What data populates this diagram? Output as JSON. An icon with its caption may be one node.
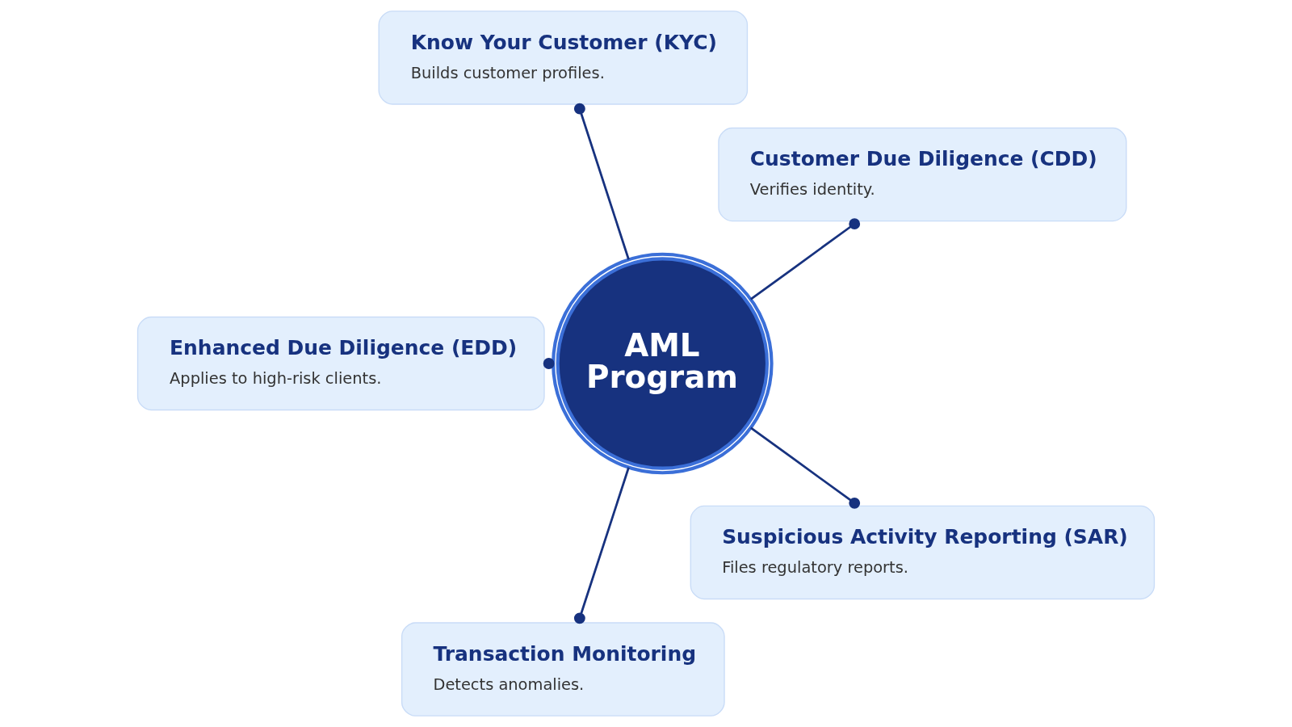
{
  "diagram": {
    "nodes": [
      {
        "text": [
          "AML Program"
        ]
      },
      {
        "text": [
          "Customer Due Diligence (CDD)",
          "Verifies identity."
        ]
      },
      {
        "text": [
          "Know Your Customer (KYC)",
          "Builds customer profiles."
        ]
      },
      {
        "text": [
          "Enhanced Due Diligence (EDD)",
          "Applies to high-risk clients."
        ]
      },
      {
        "text": [
          "Transaction Monitoring",
          "Detects anomalies."
        ]
      },
      {
        "text": [
          "Suspicious Activity Reporting (SAR)",
          "Files regulatory reports."
        ]
      }
    ],
    "edges": [
      {
        "from": 0,
        "to": 1,
        "arrow": "other"
      },
      {
        "from": 0,
        "to": 2,
        "arrow": "other"
      },
      {
        "from": 0,
        "to": 3,
        "arrow": "other"
      },
      {
        "from": 0,
        "to": 4,
        "arrow": "other"
      },
      {
        "from": 0,
        "to": 5,
        "arrow": "other"
      }
    ]
  }
}
